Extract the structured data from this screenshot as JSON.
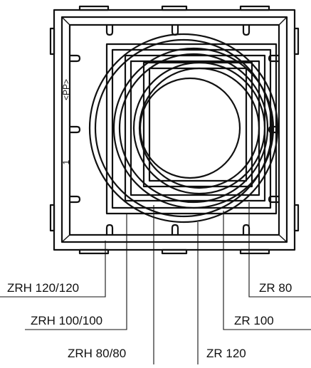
{
  "diagram": {
    "frame_mark_top": "<PP>",
    "frame_mark_bottom": "1",
    "labels": {
      "zr80": "ZR 80",
      "zrh120": "ZRH 120/120",
      "zr100": "ZR 100",
      "zrh100": "ZRH 100/100",
      "zr120": "ZR 120",
      "zrh80": "ZRH 80/80"
    }
  }
}
